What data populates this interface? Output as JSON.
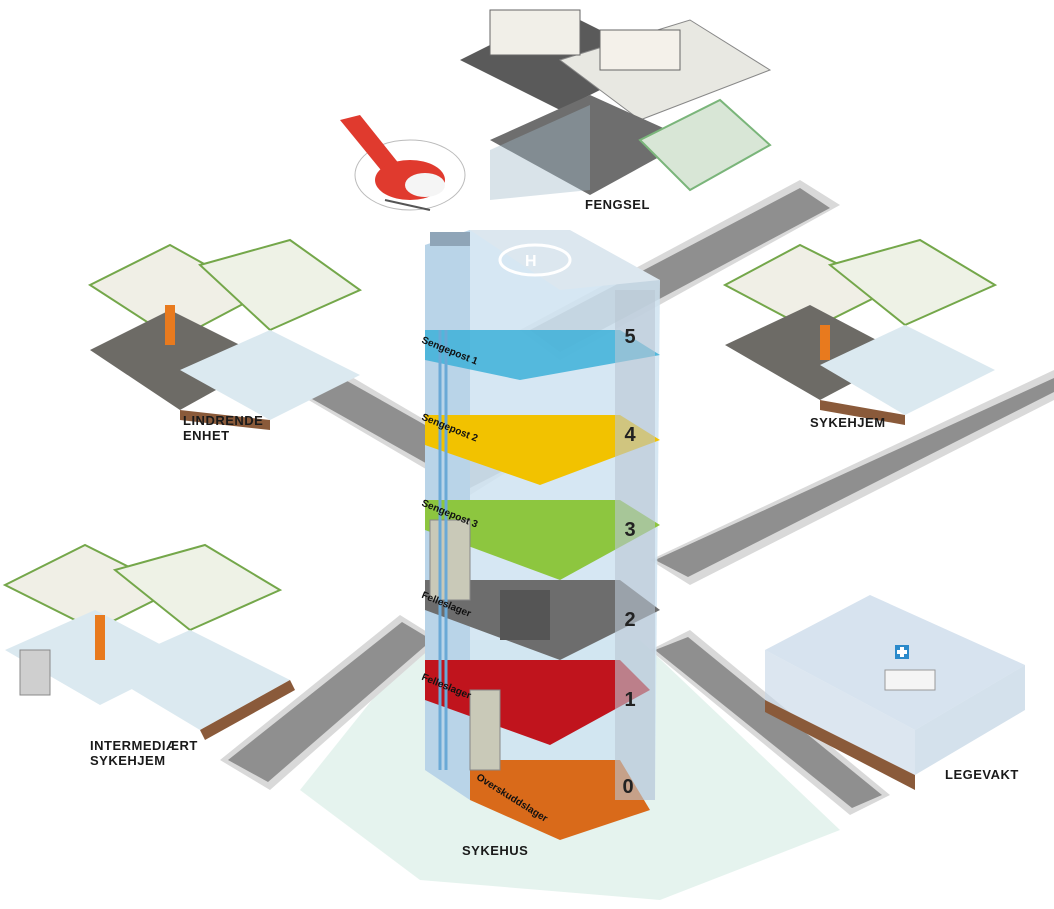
{
  "labels": {
    "fengsel": "FENGSEL",
    "lindrende": "LINDRENDE",
    "enhet": "ENHET",
    "sykehjem": "SYKEHJEM",
    "intermediaert": "INTERMEDIÆRT",
    "intermediaert_sykehjem": "SYKEHJEM",
    "legevakt": "LEGEVAKT",
    "sykehus": "SYKEHUS"
  },
  "floors": [
    {
      "label": "Sengepost 1",
      "number": "5",
      "color": "#3db0d8"
    },
    {
      "label": "Sengepost 2",
      "number": "4",
      "color": "#f2c200"
    },
    {
      "label": "Sengepost 3",
      "number": "3",
      "color": "#8dc63f"
    },
    {
      "label": "Felleslager",
      "number": "2",
      "color": "#6d6d6d"
    },
    {
      "label": "Felleslager",
      "number": "1",
      "color": "#c0141d"
    },
    {
      "label": "Overskuddslager",
      "number": "0",
      "color": "#d96a1a"
    }
  ],
  "colors": {
    "road": "#8f8f8f",
    "road_edge": "#d6d6d6",
    "building_glass": "#cfe3f1",
    "helicopter": "#e03a2e"
  },
  "icons": [
    "helicopter-icon",
    "helipad-icon",
    "wheelchair-icon",
    "medical-cross-icon"
  ]
}
